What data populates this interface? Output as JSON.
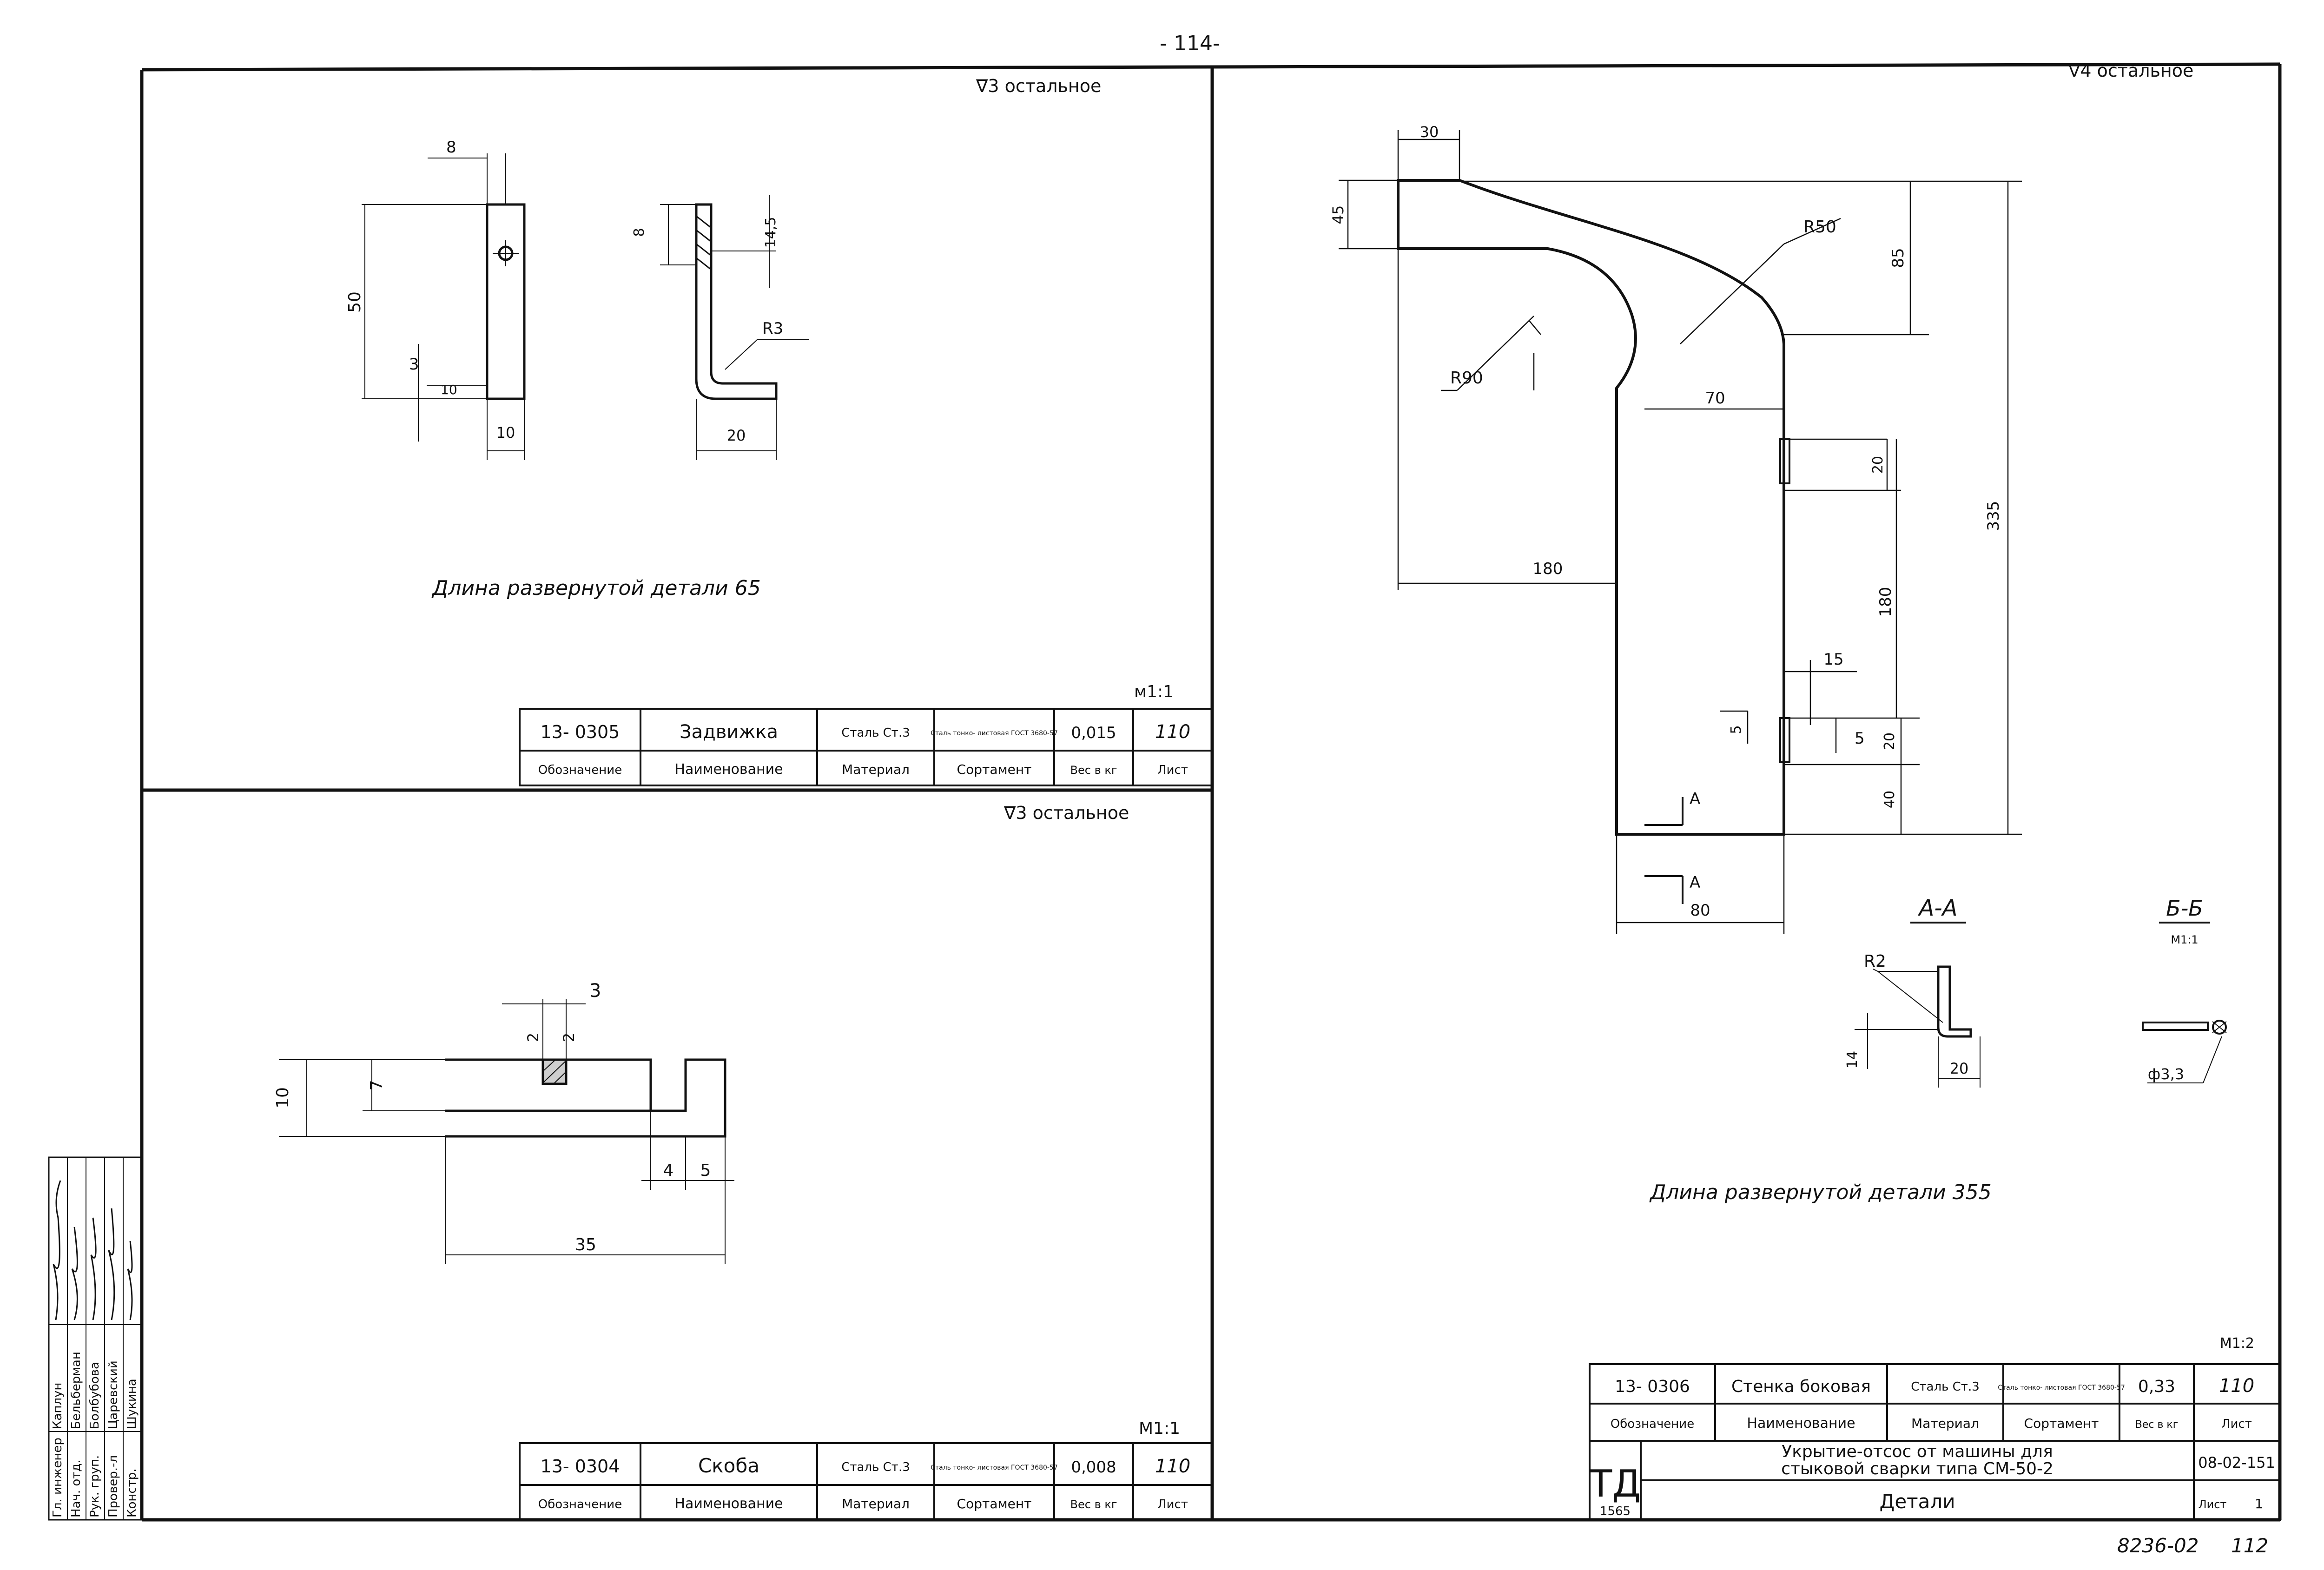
{
  "header": {
    "page_number": "- 114-"
  },
  "top_left": {
    "roughness": "∇3 остальное",
    "dims": [
      "8",
      "50",
      "3",
      "10",
      "10",
      "8",
      "14,5",
      "R3",
      "20"
    ],
    "note": "Длина развернутой детали 65",
    "table": {
      "scale": "м1:1",
      "designation": "13- 0305",
      "name": "Задвижка",
      "material": "Сталь Ст.3",
      "assortment": "Сталь тонко- листовая ГОСТ 3680-57",
      "weight": "0,015",
      "sheet": "110",
      "h_designation": "Обозначение",
      "h_name": "Наименование",
      "h_material": "Материал",
      "h_assortment": "Сортамент",
      "h_weight": "Вес в кг",
      "h_sheet": "Лист"
    }
  },
  "bottom_left": {
    "roughness": "∇3 остальное",
    "dims": [
      "3",
      "2",
      "2",
      "10",
      "7",
      "4",
      "5",
      "35"
    ],
    "table": {
      "scale": "М1:1",
      "designation": "13- 0304",
      "name": "Скоба",
      "material": "Сталь Ст.3",
      "assortment": "Сталь тонко- листовая ГОСТ 3680-57",
      "weight": "0,008",
      "sheet": "110",
      "h_designation": "Обозначение",
      "h_name": "Наименование",
      "h_material": "Материал",
      "h_assortment": "Сортамент",
      "h_weight": "Вес в кг",
      "h_sheet": "Лист"
    }
  },
  "right": {
    "roughness": "∇4 остальное",
    "dims": [
      "30",
      "45",
      "R50",
      "85",
      "R90",
      "70",
      "335",
      "180",
      "20",
      "180",
      "15",
      "5",
      "5",
      "20",
      "40",
      "80",
      "R2",
      "14",
      "20",
      "ф3,3"
    ],
    "section_aa": "А-А",
    "section_bb": "Б-Б",
    "section_bb_scale": "М1:1",
    "cut_label": "А",
    "note": "Длина развернутой детали 355",
    "table": {
      "scale": "М1:2",
      "designation": "13- 0306",
      "name": "Стенка боковая",
      "material": "Сталь Ст.3",
      "assortment": "Сталь тонко- листовая ГОСТ 3680-57",
      "weight": "0,33",
      "sheet": "110",
      "h_designation": "Обозначение",
      "h_name": "Наименование",
      "h_material": "Материал",
      "h_assortment": "Сортамент",
      "h_weight": "Вес в кг",
      "h_sheet": "Лист"
    },
    "title_block": {
      "logo": "ТД",
      "logo_num": "1565",
      "title_line1": "Укрытие-отсос от машины для",
      "title_line2": "стыковой сварки типа СМ-50-2",
      "doc_number": "08-02-151",
      "subtitle": "Детали",
      "sheet_label": "Лист",
      "sheet_value": "1"
    }
  },
  "stamp": {
    "roles": [
      "Гл. инженер",
      "Нач. отд.",
      "Рук. груп.",
      "Провер.-л",
      "Констр."
    ],
    "names": [
      "Каплун",
      "Бельберман",
      "Болбубова",
      "Царевский",
      "Шукина"
    ]
  },
  "footer": {
    "code": "8236-02",
    "page": "112"
  }
}
